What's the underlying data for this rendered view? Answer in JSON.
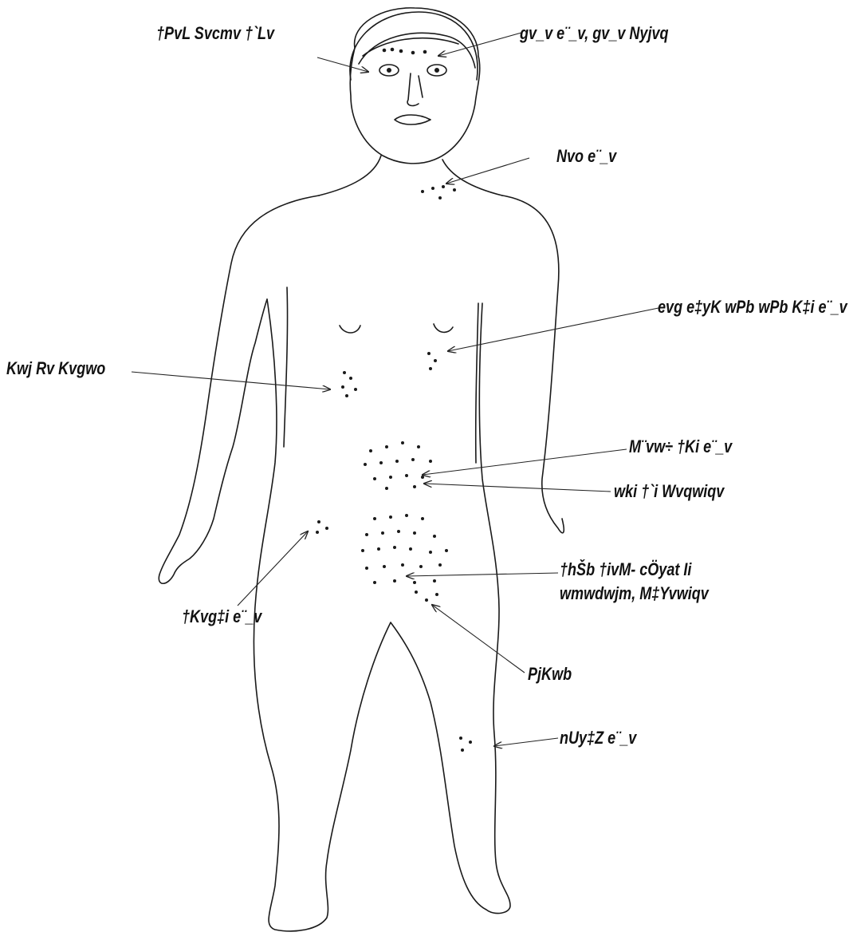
{
  "labels": {
    "hair_spots": "gv_v e¨_v, gv_v Nyjvq",
    "eye_area": "†PvL Svcmv †`Lv",
    "neck_pain": "Nvo e¨_v",
    "chest_pain": "evg e‡yK wPb wPb K‡i e¨_v",
    "liver_enlarged": "Kwj Rv Kvgwo",
    "abdomen_pain": "M¨vw÷ †Ki e¨_v",
    "flank": "wki †`i Wvqwiqv",
    "hip_pain": "†Kvg‡i e¨_v",
    "genital_1": "†hŠb †ivM- cÖyat Ii",
    "genital_2": "wmwdwjm, M‡Yvwiqv",
    "itching": "PjKwb",
    "knee_pain": "nUy‡Z e¨_v"
  },
  "colors": {
    "line": "#1a1a1a",
    "background": "#ffffff"
  }
}
